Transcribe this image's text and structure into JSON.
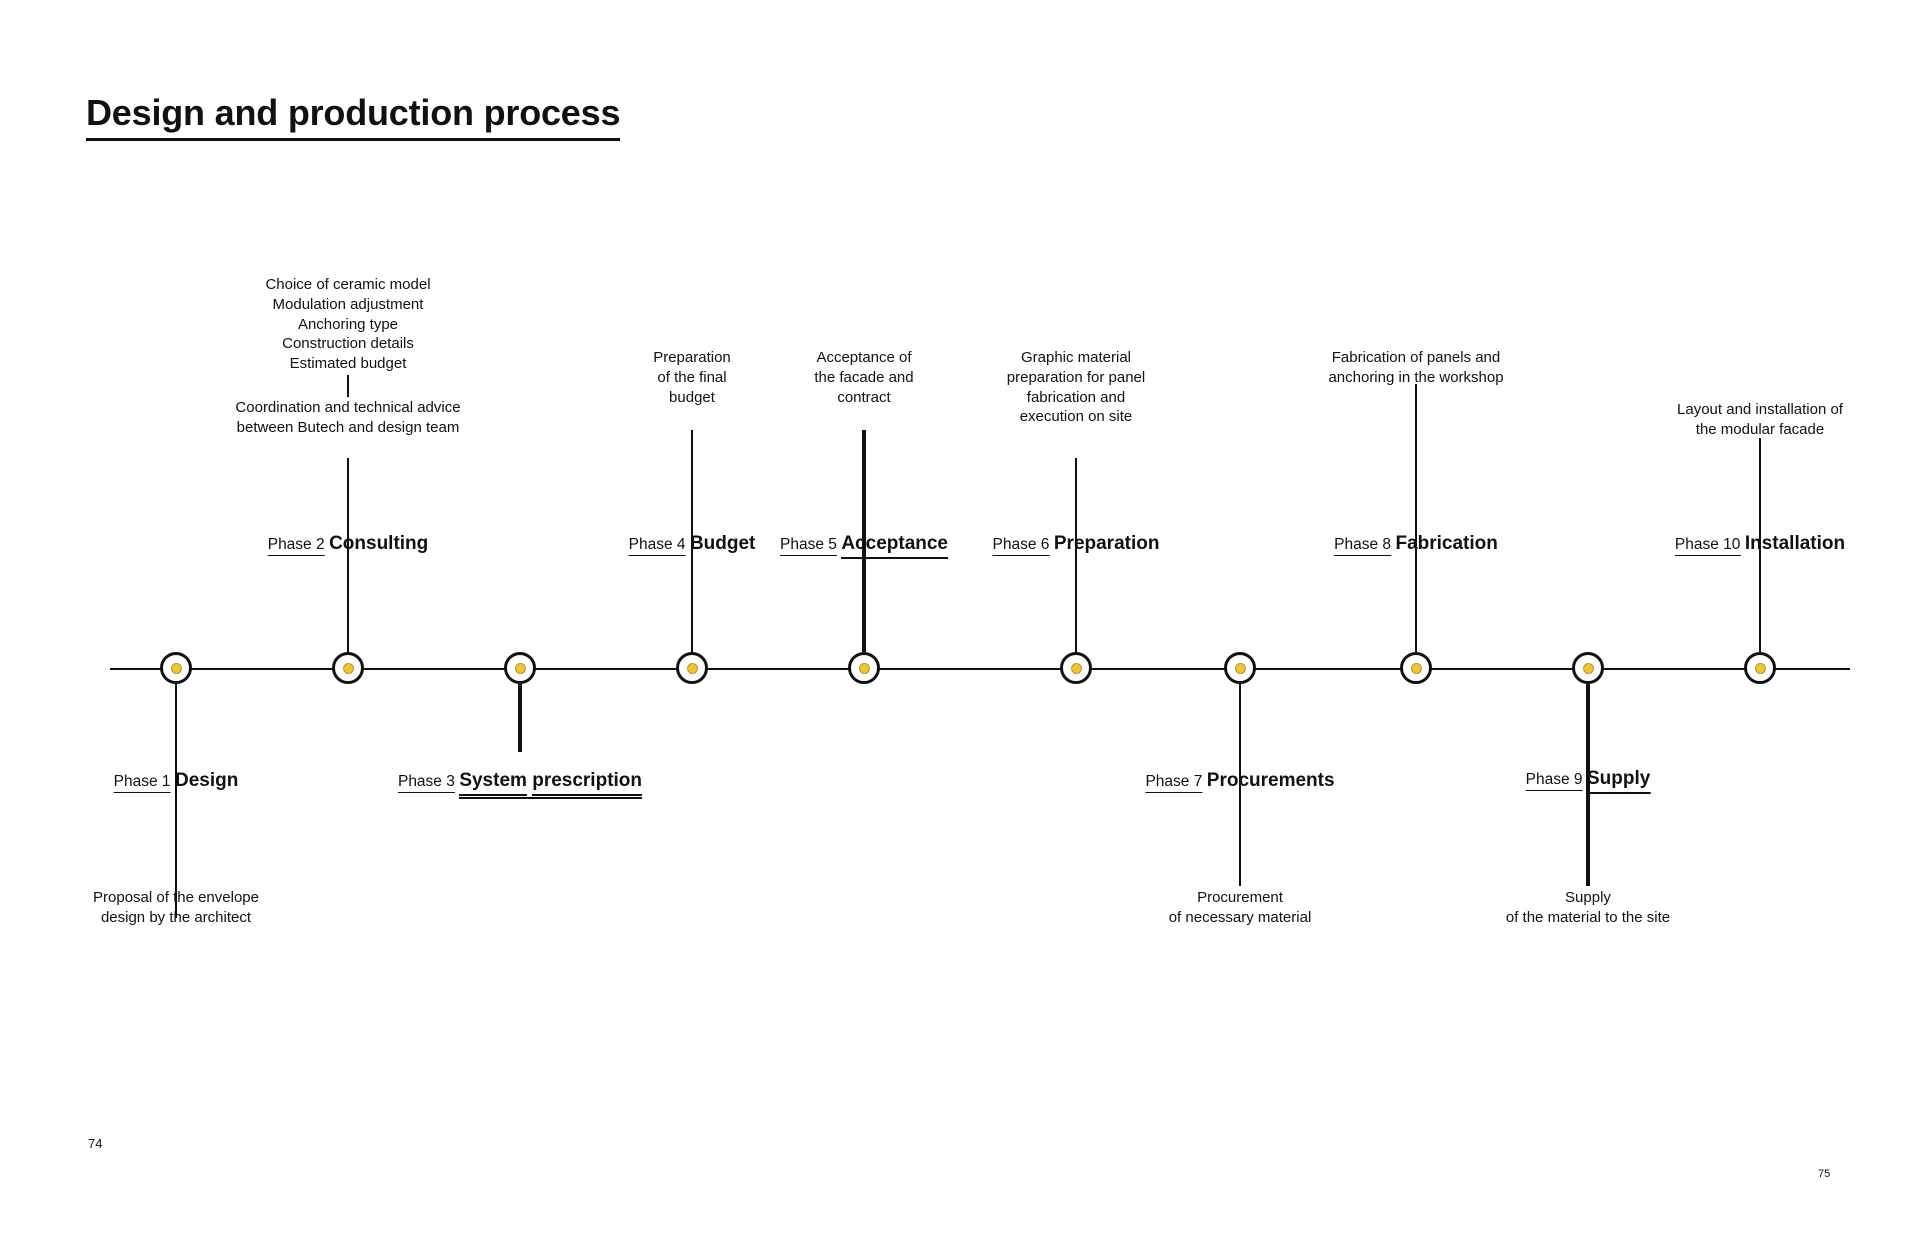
{
  "page": {
    "title": "Design and production process",
    "number_left": "74",
    "number_right": "75"
  },
  "colors": {
    "ink": "#111111",
    "node_core": "#E9C63C",
    "background": "#ffffff"
  },
  "timeline": {
    "orientation": "horizontal",
    "phase_count": 10,
    "phases": [
      {
        "id": "phase-1",
        "number_label": "Phase 1",
        "title": "Design",
        "title_lines": [
          "Design"
        ],
        "highlighted": false,
        "side": "below",
        "description_lines": [
          "Proposal of the envelope",
          "design by the architect"
        ]
      },
      {
        "id": "phase-2",
        "number_label": "Phase 2",
        "title": "Consulting",
        "title_lines": [
          "Consulting"
        ],
        "highlighted": false,
        "side": "above",
        "description_lines": [
          "Choice of ceramic model",
          "Modulation adjustment",
          "Anchoring type",
          "Construction details",
          "Estimated budget"
        ],
        "description_lines_2": [
          "Coordination and technical advice",
          "between Butech and design team"
        ]
      },
      {
        "id": "phase-3",
        "number_label": "Phase 3",
        "title": "System prescription",
        "title_lines": [
          "System",
          "prescription"
        ],
        "highlighted": true,
        "side": "below",
        "description_lines": []
      },
      {
        "id": "phase-4",
        "number_label": "Phase 4",
        "title": "Budget",
        "title_lines": [
          "Budget"
        ],
        "highlighted": false,
        "side": "above",
        "description_lines": [
          "Preparation",
          "of the final",
          "budget"
        ]
      },
      {
        "id": "phase-5",
        "number_label": "Phase 5",
        "title": "Acceptance",
        "title_lines": [
          "Acceptance"
        ],
        "highlighted": true,
        "side": "above",
        "description_lines": [
          "Acceptance of",
          "the facade and",
          "contract"
        ]
      },
      {
        "id": "phase-6",
        "number_label": "Phase 6",
        "title": "Preparation",
        "title_lines": [
          "Preparation"
        ],
        "highlighted": false,
        "side": "above",
        "description_lines": [
          "Graphic material",
          "preparation for panel",
          "fabrication and",
          "execution on site"
        ]
      },
      {
        "id": "phase-7",
        "number_label": "Phase 7",
        "title": "Procurements",
        "title_lines": [
          "Procurements"
        ],
        "highlighted": false,
        "side": "below",
        "description_lines": [
          "Procurement",
          "of necessary material"
        ]
      },
      {
        "id": "phase-8",
        "number_label": "Phase 8",
        "title": "Fabrication",
        "title_lines": [
          "Fabrication"
        ],
        "highlighted": false,
        "side": "above",
        "description_lines": [
          "Fabrication of panels and",
          "anchoring in the workshop"
        ]
      },
      {
        "id": "phase-9",
        "number_label": "Phase 9",
        "title": "Supply",
        "title_lines": [
          "Supply"
        ],
        "highlighted": true,
        "side": "below",
        "description_lines": [
          "Supply",
          "of the material to the site"
        ]
      },
      {
        "id": "phase-10",
        "number_label": "Phase 10",
        "title": "Installation",
        "title_lines": [
          "Installation"
        ],
        "highlighted": false,
        "side": "above",
        "description_lines": [
          "Layout and installation of",
          "the modular facade"
        ]
      }
    ]
  }
}
